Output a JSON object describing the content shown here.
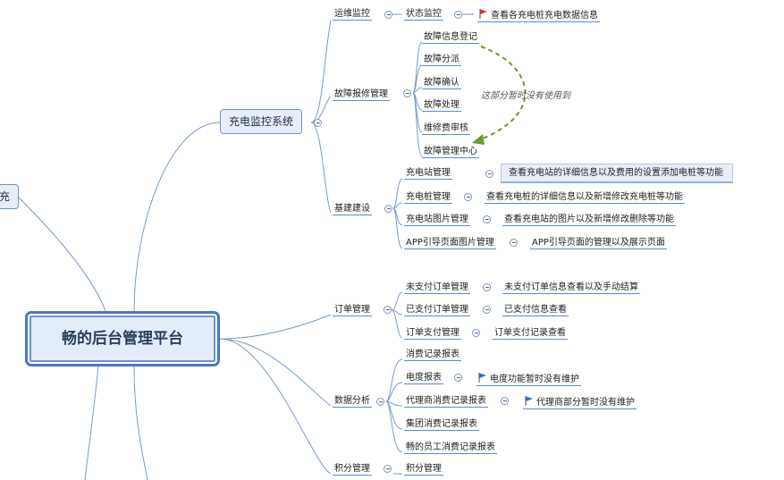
{
  "root": {
    "label": "畅的后台管理平台"
  },
  "left_branch": {
    "label": "充"
  },
  "monitor_system": {
    "label": "充电监控系统"
  },
  "ops": {
    "label": "运维监控",
    "status": {
      "label": "状态监控",
      "note": "查看各充电桩充电数据信息"
    }
  },
  "fault": {
    "label": "故障报修管理",
    "items": [
      "故障信息登记",
      "故障分派",
      "故障确认",
      "故障处理",
      "维修费审核",
      "故障管理中心"
    ],
    "annotation": "这部分暂时没有使用到"
  },
  "infra": {
    "label": "基建建设",
    "items": [
      {
        "label": "充电站管理",
        "desc": "查看充电站的详细信息以及费用的设置添加电桩等功能"
      },
      {
        "label": "充电桩管理",
        "desc": "查看充电桩的详细信息以及新增修改充电桩等功能"
      },
      {
        "label": "充电站图片管理",
        "desc": "查看充电站的图片以及新增修改删除等功能"
      },
      {
        "label": "APP引导页面图片管理",
        "desc": "APP引导页面的管理以及展示页面"
      }
    ]
  },
  "orders": {
    "label": "订单管理",
    "items": [
      {
        "label": "未支付订单管理",
        "desc": "未支付订单信息查看以及手动结算"
      },
      {
        "label": "已支付订单管理",
        "desc": "已支付信息查看"
      },
      {
        "label": "订单支付管理",
        "desc": "订单支付记录查看"
      }
    ]
  },
  "analysis": {
    "label": "数据分析",
    "items": [
      {
        "label": "消费记录报表"
      },
      {
        "label": "电度报表",
        "note": "电度功能暂时没有维护"
      },
      {
        "label": "代理商消费记录报表",
        "note": "代理商部分暂时没有维护"
      },
      {
        "label": "集团消费记录报表"
      },
      {
        "label": "畅的员工消费记录报表"
      }
    ]
  },
  "points": {
    "label": "积分管理",
    "items": [
      {
        "label": "积分管理"
      }
    ]
  },
  "colors": {
    "edge": "#7a9acb",
    "underline": "#5a8bd0",
    "root_border": "#4a77c0",
    "flag_red": "#e03030",
    "flag_blue": "#2f6fd8",
    "arrow": "#6b9a2e"
  }
}
